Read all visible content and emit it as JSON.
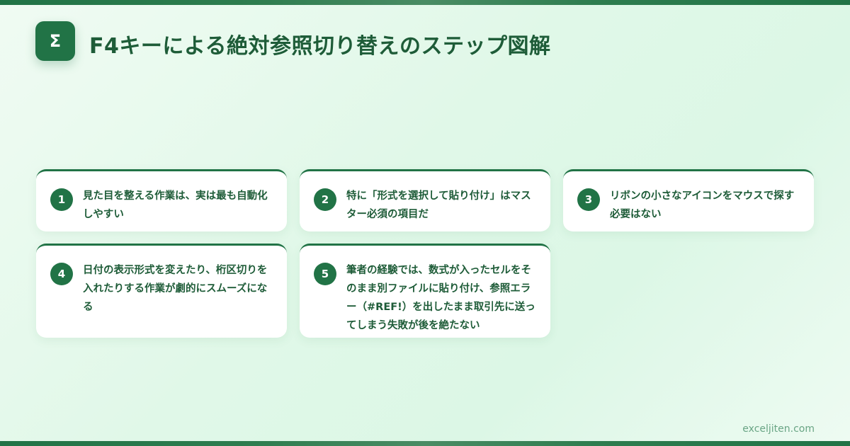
{
  "header": {
    "logo_symbol": "Σ",
    "title": "F4キーによる絶対参照切り替えのステップ図解"
  },
  "steps": [
    {
      "number": "1",
      "text": "見た目を整える作業は、実は最も自動化しやすい"
    },
    {
      "number": "2",
      "text": "特に「形式を選択して貼り付け」はマスター必須の項目だ"
    },
    {
      "number": "3",
      "text": "リボンの小さなアイコンをマウスで探す必要はない"
    },
    {
      "number": "4",
      "text": "日付の表示形式を変えたり、桁区切りを入れたりする作業が劇的にスムーズになる"
    },
    {
      "number": "5",
      "text": "筆者の経験では、数式が入ったセルをそのまま別ファイルに貼り付け、参照エラー（#REF!）を出したまま取引先に送ってしまう失敗が後を絶たない"
    }
  ],
  "footer": {
    "site": "exceljiten.com"
  },
  "colors": {
    "accent": "#217346",
    "text": "#1e5c38",
    "background": "#e0f8e8"
  }
}
